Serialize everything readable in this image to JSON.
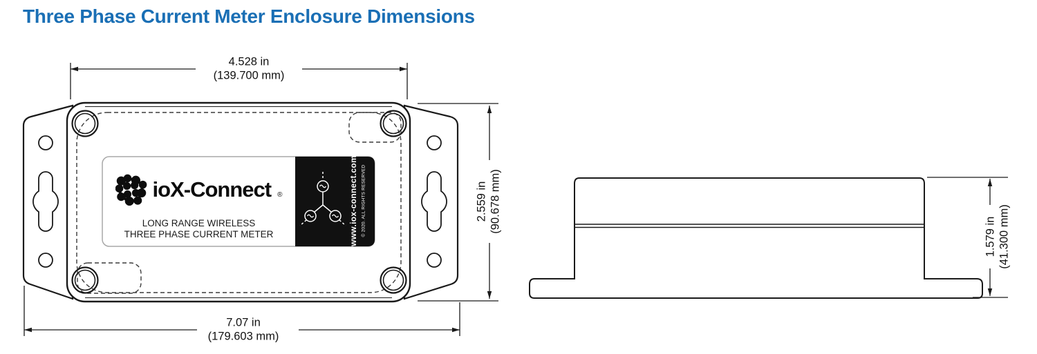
{
  "page": {
    "title": "Three Phase Current Meter Enclosure Dimensions"
  },
  "top_view": {
    "dim_width_top": {
      "inches": "4.528 in",
      "mm": "(139.700 mm)"
    },
    "dim_width_bottom": {
      "inches": "7.07 in",
      "mm": "(179.603 mm)"
    },
    "dim_height": {
      "inches": "2.559 in",
      "mm": "(90.678 mm)"
    },
    "label": {
      "brand": "ioX-Connect",
      "registered_mark": "®",
      "product_line1": "LONG RANGE WIRELESS",
      "product_line2": "THREE PHASE CURRENT METER",
      "website": "www.iox-connect.com",
      "copyright": "© 2020. ALL RIGHTS RESERVED"
    }
  },
  "side_view": {
    "dim_height": {
      "inches": "1.579 in",
      "mm": "(41.300 mm)"
    }
  },
  "icons": {
    "logo": "iox-connect-logo-icon",
    "three_phase": "three-phase-source-icon"
  },
  "colors": {
    "title_blue": "#1a6fb5",
    "line": "#1a1a1a",
    "label_black": "#111111"
  }
}
